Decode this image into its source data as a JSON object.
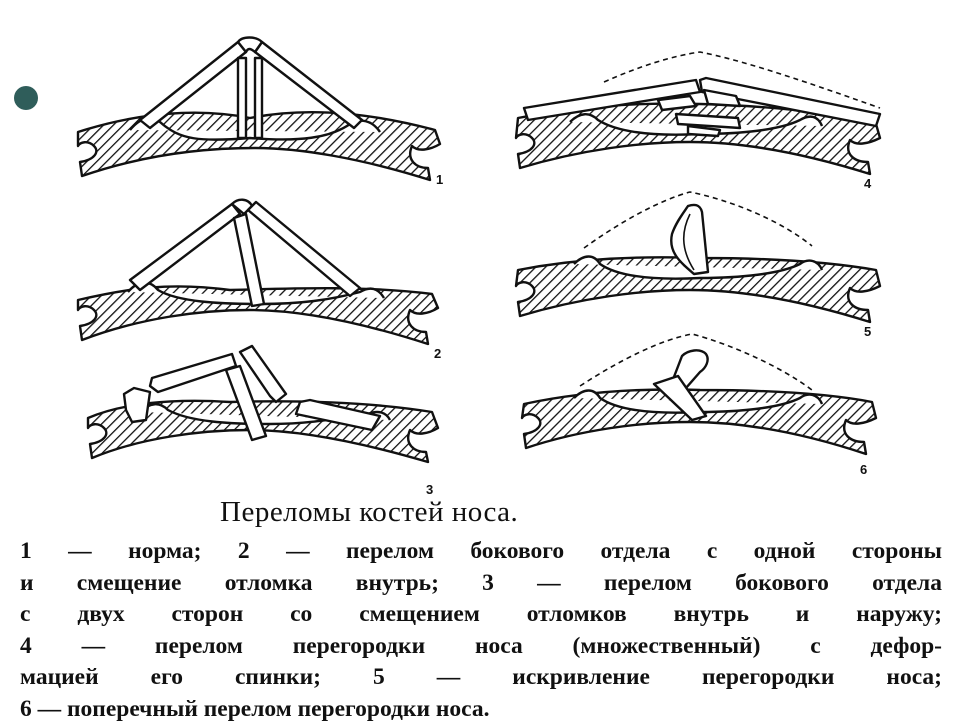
{
  "title": "Переломы костей носа.",
  "figure_labels": [
    "1",
    "2",
    "3",
    "4",
    "5",
    "6"
  ],
  "caption_lines": [
    "1 — норма; 2 — перелом бокового отдела с одной стороны",
    "и смещение отломка внутрь; 3 — перелом бокового отдела",
    "с двух сторон со смещением отломков внутрь и наружу;",
    "4 — перелом перегородки носа (множественный) с дефор-",
    "мацией его спинки; 5 — искривление перегородки носа;",
    "6 — поперечный перелом перегородки носа."
  ]
}
